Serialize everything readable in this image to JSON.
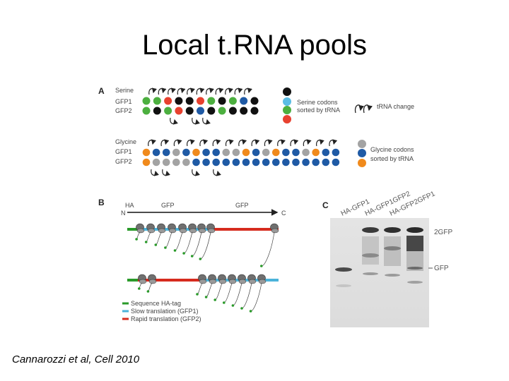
{
  "slide": {
    "title": "Local t.RNA pools",
    "citation": "Cannarozzi et al, Cell 2010"
  },
  "panel_a": {
    "label": "A",
    "serine": {
      "row_labels": [
        "Serine",
        "GFP1",
        "GFP2"
      ],
      "legend_text": "Serine codons sorted by tRNA",
      "legend_lines": [
        "Serine codons",
        "sorted by tRNA"
      ],
      "change_label": "tRNA change",
      "gfp1": [
        "green",
        "green",
        "red",
        "black",
        "black",
        "red",
        "green",
        "black",
        "green",
        "blue",
        "black"
      ],
      "gfp2": [
        "green",
        "black",
        "green",
        "red",
        "black",
        "blue",
        "black",
        "green",
        "black",
        "black",
        "black"
      ]
    },
    "glycine": {
      "row_labels": [
        "Glycine",
        "GFP1",
        "GFP2"
      ],
      "legend_lines": [
        "Glycine codons",
        "sorted by tRNA"
      ],
      "gfp1": [
        "orange",
        "blue",
        "blue",
        "gray",
        "blue",
        "orange",
        "blue",
        "blue",
        "gray",
        "gray",
        "orange",
        "blue",
        "gray",
        "orange",
        "blue",
        "blue",
        "gray",
        "orange",
        "blue",
        "blue"
      ],
      "gfp2": [
        "orange",
        "gray",
        "gray",
        "gray",
        "gray",
        "blue",
        "blue",
        "blue",
        "blue",
        "blue",
        "blue",
        "blue",
        "blue",
        "blue",
        "blue",
        "blue",
        "blue",
        "blue",
        "blue",
        "blue"
      ]
    }
  },
  "panel_b": {
    "label": "B",
    "labels": {
      "ha": "HA",
      "gfp_a": "GFP",
      "gfp_b": "GFP",
      "n": "N",
      "c": "C"
    },
    "legend": [
      "Sequence HA-tag",
      "Slow translation (GFP1)",
      "Rapid translation (GFP2)"
    ]
  },
  "panel_c": {
    "label": "C",
    "lanes": [
      "HA-GFP1",
      "HA-GFP1GFP2",
      "HA-GFP2GFP1"
    ],
    "bands": {
      "top": "2GFP",
      "bottom": "GFP"
    }
  },
  "colors": {
    "green": "#4caf3f",
    "red": "#e8412f",
    "black": "#111111",
    "blue": "#1f5aa5",
    "lightblue": "#5bbde4",
    "gray": "#a3a3a3",
    "orange": "#f08a1c",
    "ha": "#2a9a2a",
    "slow": "#4bb3da",
    "rapid": "#d62b1e"
  }
}
